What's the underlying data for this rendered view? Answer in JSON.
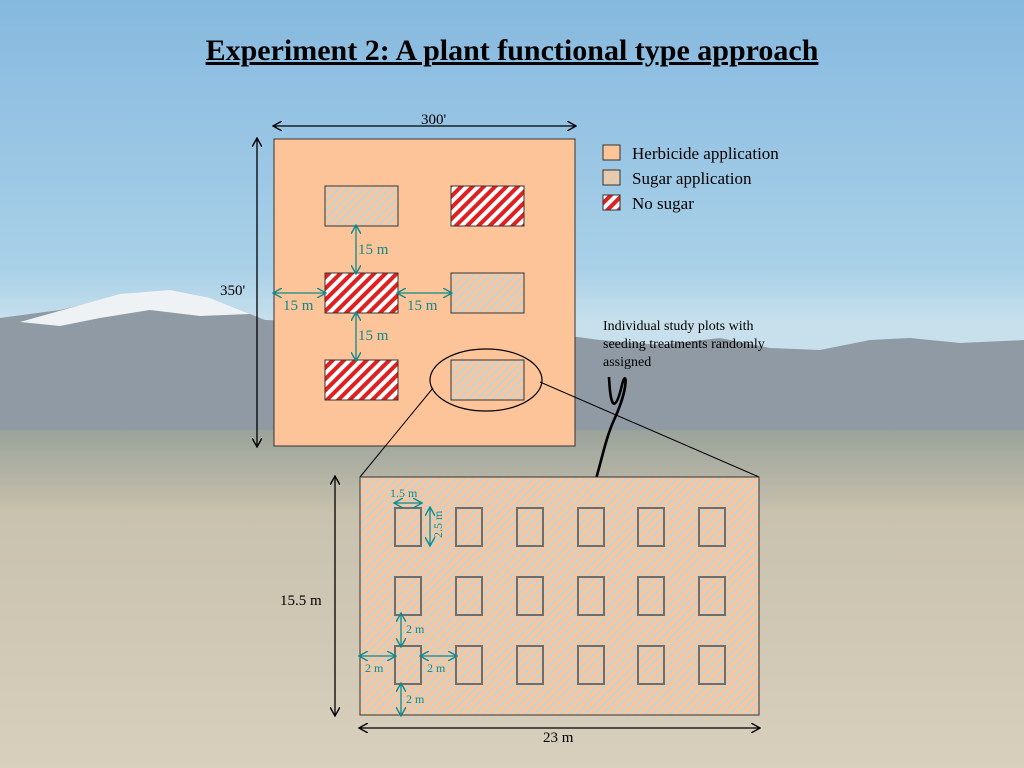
{
  "slide": {
    "title": "Experiment 2: A plant functional type approach"
  },
  "site_plot": {
    "width_label": "300'",
    "height_label": "350'",
    "spacing_label": "15 m"
  },
  "legend": [
    {
      "label": "Herbicide application",
      "pattern": "solid-peach"
    },
    {
      "label": "Sugar application",
      "pattern": "light-hatch"
    },
    {
      "label": "No sugar",
      "pattern": "red-hatch"
    }
  ],
  "annotation": "Individual study plots with seeding treatments randomly assigned",
  "detail_plot": {
    "width_label": "23 m",
    "height_label": "15.5 m",
    "plot_width_label": "1.5 m",
    "plot_height_label": "2.5 m",
    "gap_label": "2 m"
  },
  "colors": {
    "peach": "#fdc49a",
    "red": "#e02020",
    "teal": "#0e8a8a",
    "sky_top": "#8fbfe0"
  }
}
